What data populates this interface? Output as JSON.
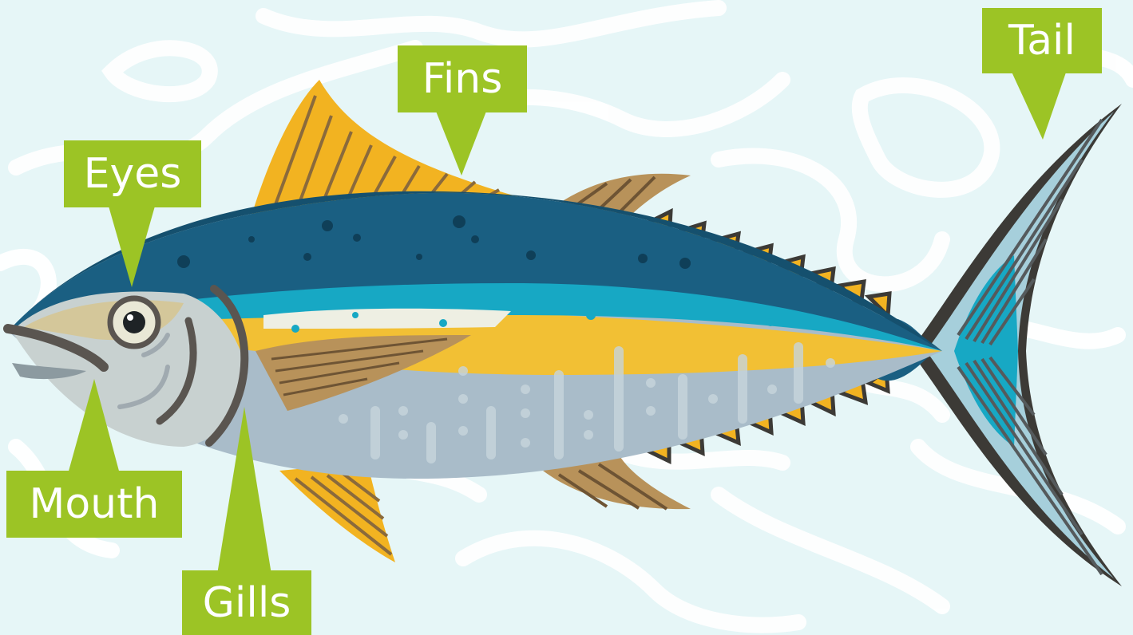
{
  "labels": {
    "tail": "Tail",
    "fins": "Fins",
    "eyes": "Eyes",
    "mouth": "Mouth",
    "gills": "Gills"
  },
  "colors": {
    "background": "#e6f6f7",
    "label_green": "#9cc425",
    "back_dark_blue": "#1a5f82",
    "stripe_cyan": "#17a8c4",
    "fin_yellow": "#f2b321",
    "belly_silver": "#a9bcc9",
    "tail_light_blue": "#a6cfdb",
    "outline_dark": "#3c3a36"
  }
}
